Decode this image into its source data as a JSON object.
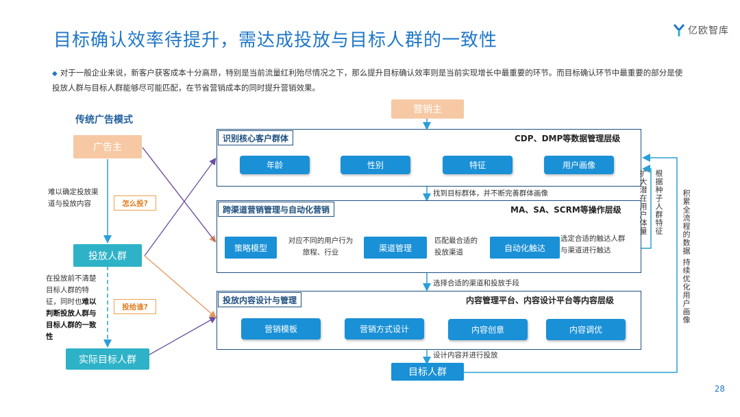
{
  "title": "目标确认效率待提升，需达成投放与目标人群的一致性",
  "logo": {
    "text": "亿欧智库"
  },
  "intro": "对于一般企业来说，新客户获客成本十分高昂，特别是当前流量红利殆尽情况之下，那么提升目标确认效率则是当前实现增长中最重要的环节。而目标确认环节中最重要的部分是使投放人群与目标人群能够尽可能匹配，在节省营销成本的同时提升营销效果。",
  "left": {
    "heading": "传统广告模式",
    "advertiser": "广告主",
    "note1": "难以确定投放渠道与投放内容",
    "target_audience": "投放人群",
    "note2_plain": "在投放前不清楚目标人群的特征，同时也",
    "note2_bold": "难以判断投放人群与目标人群的一致性",
    "actual_audience": "实际目标人群",
    "q_how": "怎么投?",
    "q_whom": "投给谁?"
  },
  "right": {
    "marketer": "营销主",
    "panel1": {
      "tag": "识别核心客户群体",
      "layer": "CDP、DMP等数据管理层级",
      "items": [
        "年龄",
        "性别",
        "特征",
        "用户画像"
      ]
    },
    "arrow1": "找到目标群体，并不断完善群体画像",
    "panel2": {
      "tag": "跨渠道营销管理与自动化营销",
      "layer": "MA、SA、SCRM等操作层级",
      "strategy": "策略模型",
      "text1": "对应不同的用户行为旅程、行业",
      "channel": "渠道管理",
      "text2": "匹配最合适的投放渠道",
      "auto": "自动化触达",
      "text3": "选定合适的触达人群与渠道进行触达"
    },
    "arrow2": "选择合适的渠道和投放手段",
    "panel3": {
      "tag": "投放内容设计与管理",
      "layer": "内容管理平台、内容设计平台等内容层级",
      "items": [
        "营销模板",
        "营销方式设计",
        "内容创意",
        "内容调优"
      ]
    },
    "arrow3": "设计内容并进行投放",
    "target": "目标人群",
    "side1": "扩大潜在用户体量",
    "side2": "根据种子人群特征",
    "side3": "积累全流程的数据  持续优化用户画像"
  },
  "page_number": "28",
  "colors": {
    "primary": "#1f77c8",
    "teal": "#2eb2c7",
    "orange": "#f6c9a4",
    "dark": "#1d4e7e",
    "purple": "#6a4fa0"
  }
}
